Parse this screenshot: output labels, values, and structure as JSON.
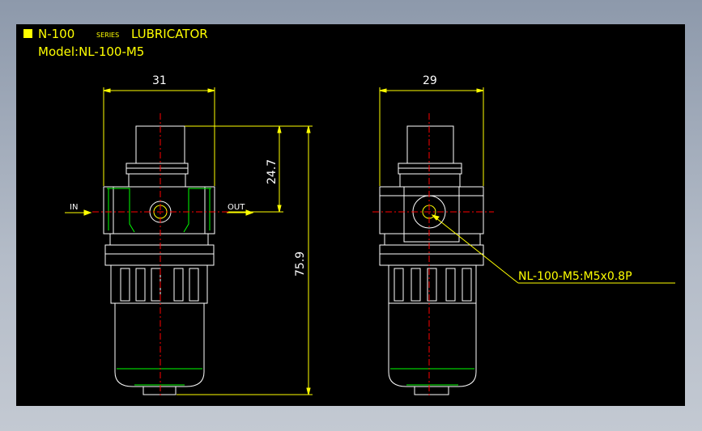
{
  "title": {
    "series_prefix": "N-100",
    "series_word": "SERIES",
    "product": "LUBRICATOR",
    "model_line": "Model:NL-100-M5"
  },
  "dimensions": {
    "front_width": "31",
    "side_width": "29",
    "upper_height": "24.7",
    "total_height": "75.9"
  },
  "ports": {
    "inlet": "IN",
    "outlet": "OUT"
  },
  "callout": "NL-100-M5:M5x0.8P",
  "colors": {
    "background": "#000000",
    "outline": "#ffffff",
    "dimension": "#ffff00",
    "center_line": "#ff0000",
    "highlight": "#00ff00",
    "title_marker": "#ffff00"
  }
}
